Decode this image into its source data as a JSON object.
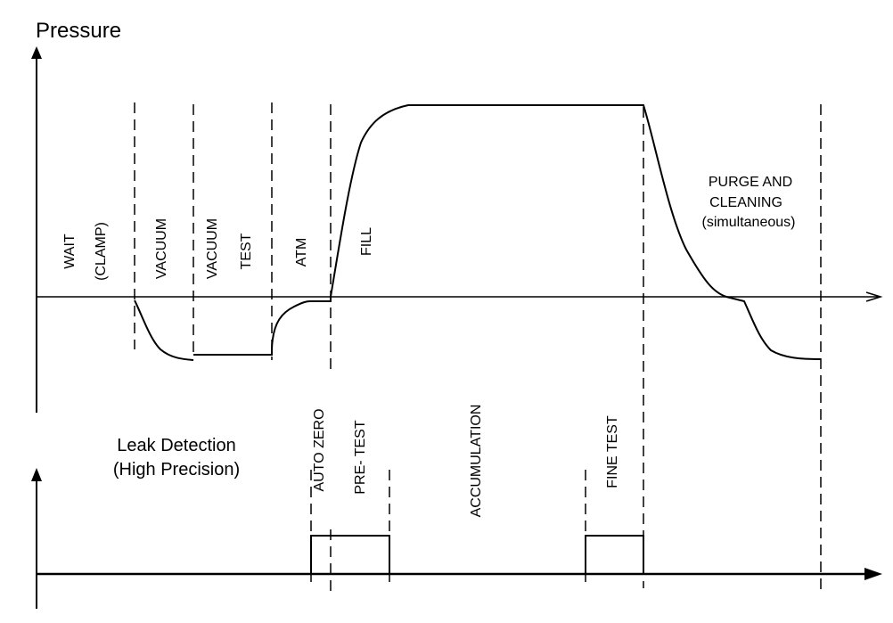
{
  "pressure_chart": {
    "y_axis_label": "Pressure",
    "phases": [
      "WAIT",
      "(CLAMP)",
      "VACUUM",
      "VACUUM",
      "TEST",
      "ATM",
      "FILL"
    ],
    "purge": [
      "PURGE AND",
      "CLEANING",
      "(simultaneous)"
    ]
  },
  "leak_chart": {
    "title": [
      "Leak Detection",
      "(High Precision)"
    ],
    "phases": [
      "AUTO ZERO",
      "PRE- TEST",
      "ACCUMULATION",
      "FINE TEST"
    ]
  }
}
